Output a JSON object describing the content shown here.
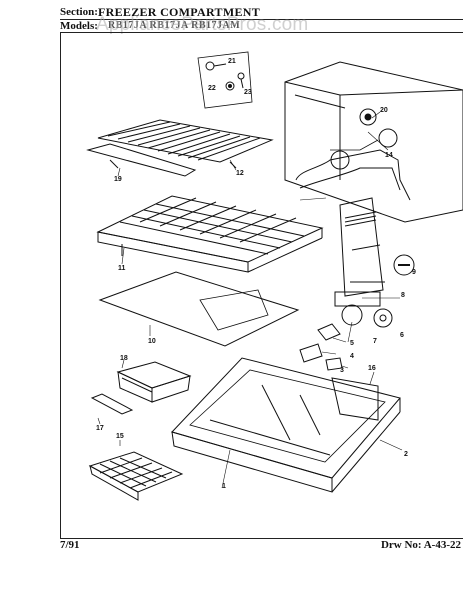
{
  "header": {
    "section_label": "Section:",
    "section_title": "FREEZER COMPARTMENT",
    "models_label": "Models:",
    "models_value": "RB17JA  RB17JA  RB17JAM"
  },
  "watermark": "AppliancePartsPros.com",
  "footer": {
    "date": "7/91",
    "drawing_number": "Drw No: A-43-22"
  },
  "callouts": [
    "1",
    "2",
    "3",
    "4",
    "5",
    "6",
    "7",
    "8",
    "9",
    "10",
    "11",
    "12",
    "14",
    "15",
    "16",
    "17",
    "18",
    "19",
    "20",
    "21",
    "22",
    "23"
  ]
}
